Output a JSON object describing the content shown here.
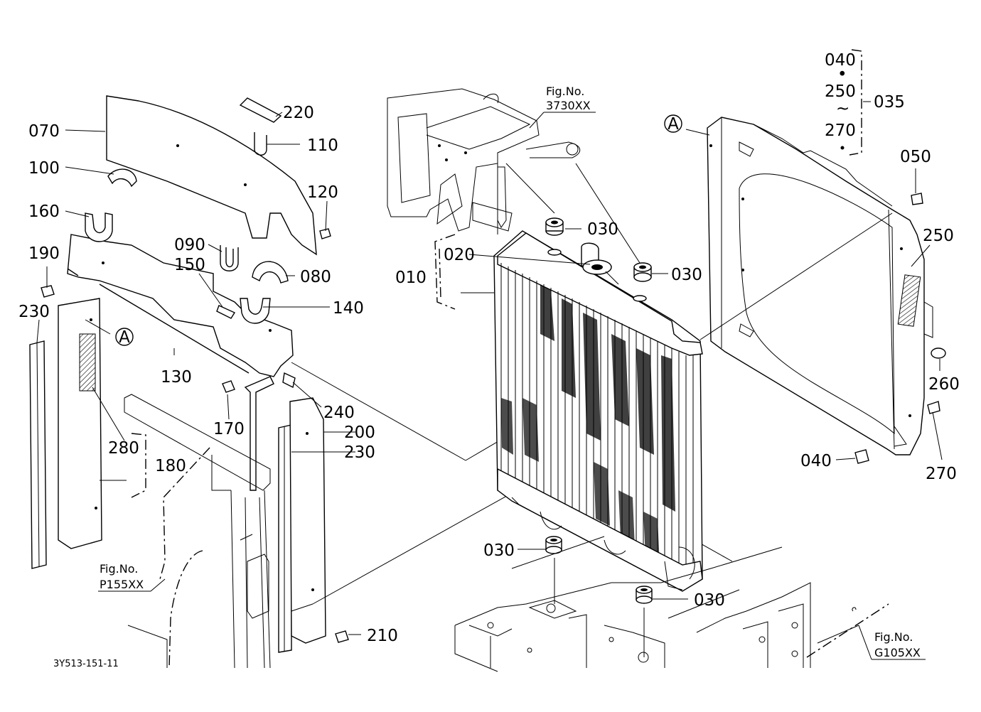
{
  "callouts": {
    "c010": "010",
    "c020": "020",
    "c030a": "030",
    "c030b": "030",
    "c030c": "030",
    "c030d": "030",
    "c035": "035",
    "c040a": "040",
    "c040b": "040",
    "c050": "050",
    "c070": "070",
    "c080": "080",
    "c090": "090",
    "c100": "100",
    "c110": "110",
    "c120": "120",
    "c130": "130",
    "c140": "140",
    "c150": "150",
    "c160": "160",
    "c170": "170",
    "c180": "180",
    "c190": "190",
    "c200": "200",
    "c210": "210",
    "c220": "220",
    "c230a": "230",
    "c230b": "230",
    "c240": "240",
    "c250a": "250",
    "c250b": "250",
    "c260": "260",
    "c270a": "270",
    "c270b": "270",
    "c280": "280",
    "range_dot": "•",
    "range_tilde": "~"
  },
  "ref_marks": {
    "a_left": "A",
    "a_right": "A"
  },
  "figure_refs": {
    "f3730": {
      "title": "Fig.No.",
      "number": "3730XX"
    },
    "fP155": {
      "title": "Fig.No.",
      "number": "P155XX"
    },
    "fG105": {
      "title": "Fig.No.",
      "number": "G105XX"
    }
  },
  "footer": {
    "code": "3Y513-151-11"
  }
}
